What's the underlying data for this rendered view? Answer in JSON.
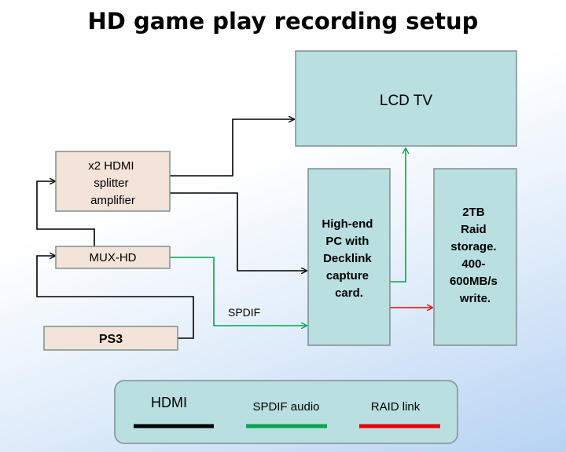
{
  "title": "HD game play recording setup",
  "nodes": {
    "lcd_tv": {
      "lines": [
        "LCD TV"
      ]
    },
    "splitter": {
      "lines": [
        "x2 HDMI",
        "splitter",
        "amplifier"
      ]
    },
    "mux": {
      "lines": [
        "MUX-HD"
      ]
    },
    "ps3": {
      "lines": [
        "PS3"
      ]
    },
    "pc": {
      "lines": [
        "High-end",
        "PC with",
        "Decklink",
        "capture",
        "card."
      ]
    },
    "storage": {
      "lines": [
        "2TB",
        "Raid",
        "storage.",
        "400-",
        "600MB/s",
        "write."
      ]
    }
  },
  "edge_labels": {
    "spdif": "SPDIF"
  },
  "legend": {
    "hdmi": {
      "label": "HDMI",
      "color": "#000000"
    },
    "spdif": {
      "label": "SPDIF audio",
      "color": "#00a651"
    },
    "raid": {
      "label": "RAID link",
      "color": "#ee0000"
    }
  },
  "colors": {
    "cyan_fill": "#b9dfe0",
    "beige_fill": "#f3e3d8",
    "box_stroke": "#7f8f8f"
  }
}
